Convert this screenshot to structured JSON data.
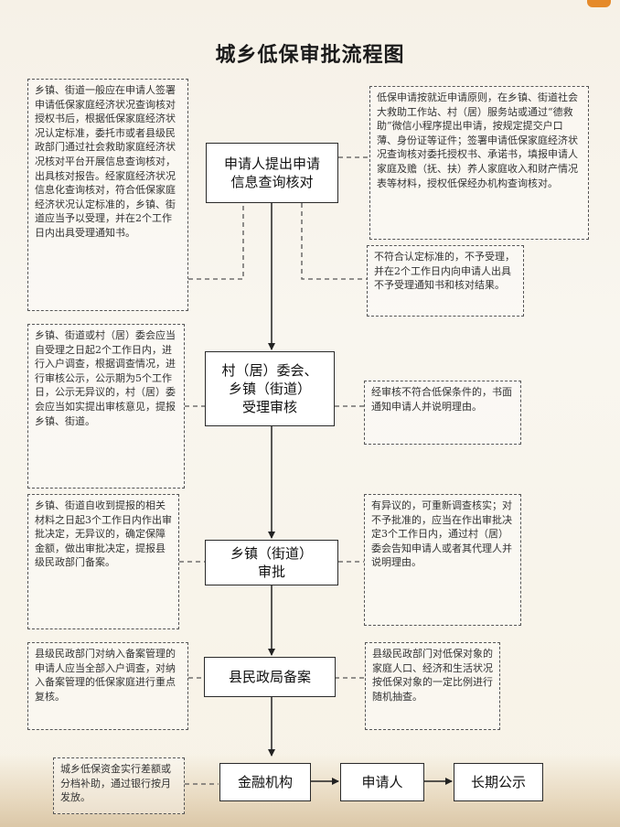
{
  "title": "城乡低保审批流程图",
  "nodes": {
    "apply": "申请人提出申请\n信息查询核对",
    "village": "村（居）委会、\n乡镇（街道）\n受理审核",
    "town": "乡镇（街道）\n审批",
    "civil": "县民政局备案",
    "bank": "金融机构",
    "applicant": "申请人",
    "publicity": "长期公示"
  },
  "notes": {
    "left_1": "乡镇、街道一般应在申请人签署申请低保家庭经济状况查询核对授权书后，根据低保家庭经济状况认定标准，委托市或者县级民政部门通过社会救助家庭经济状况核对平台开展信息查询核对，出具核对报告。经家庭经济状况信息化查询核对，符合低保家庭经济状况认定标准的，乡镇、街道应当予以受理，并在2个工作日内出具受理通知书。",
    "right_1": "低保申请按就近申请原则，在乡镇、街道社会大救助工作站、村（居）服务站或通过“德救助”微信小程序提出申请，按规定提交户口薄、身份证等证件；签署申请低保家庭经济状况查询核对委托授权书、承诺书，填报申请人家庭及赡（抚、扶）养人家庭收入和财产情况表等材料，授权低保经办机构查询核对。",
    "right_2": "不符合认定标准的，不予受理，并在2个工作日内向申请人出具不予受理通知书和核对结果。",
    "left_2": "乡镇、街道或村（居）委会应当自受理之日起2个工作日内，进行入户调查，根据调查情况，进行审核公示，公示期为5个工作日，公示无异议的，村（居）委会应当如实提出审核意见，提报乡镇、街道。",
    "right_3": "经审核不符合低保条件的，书面通知申请人并说明理由。",
    "left_3": "乡镇、街道自收到提报的相关材料之日起3个工作日内作出审批决定，无异议的，确定保障金额，做出审批决定，提报县级民政部门备案。",
    "right_4": "有异议的，可重新调查核实；对不予批准的，应当在作出审批决定3个工作日内，通过村（居）委会告知申请人或者其代理人并说明理由。",
    "left_4": "县级民政部门对纳入备案管理的申请人应当全部入户调查，对纳入备案管理的低保家庭进行重点复核。",
    "right_5": "县级民政部门对低保对象的家庭人口、经济和生活状况按低保对象的一定比例进行随机抽查。",
    "left_5": "城乡低保资金实行差额或分档补助，通过银行按月发放。"
  }
}
